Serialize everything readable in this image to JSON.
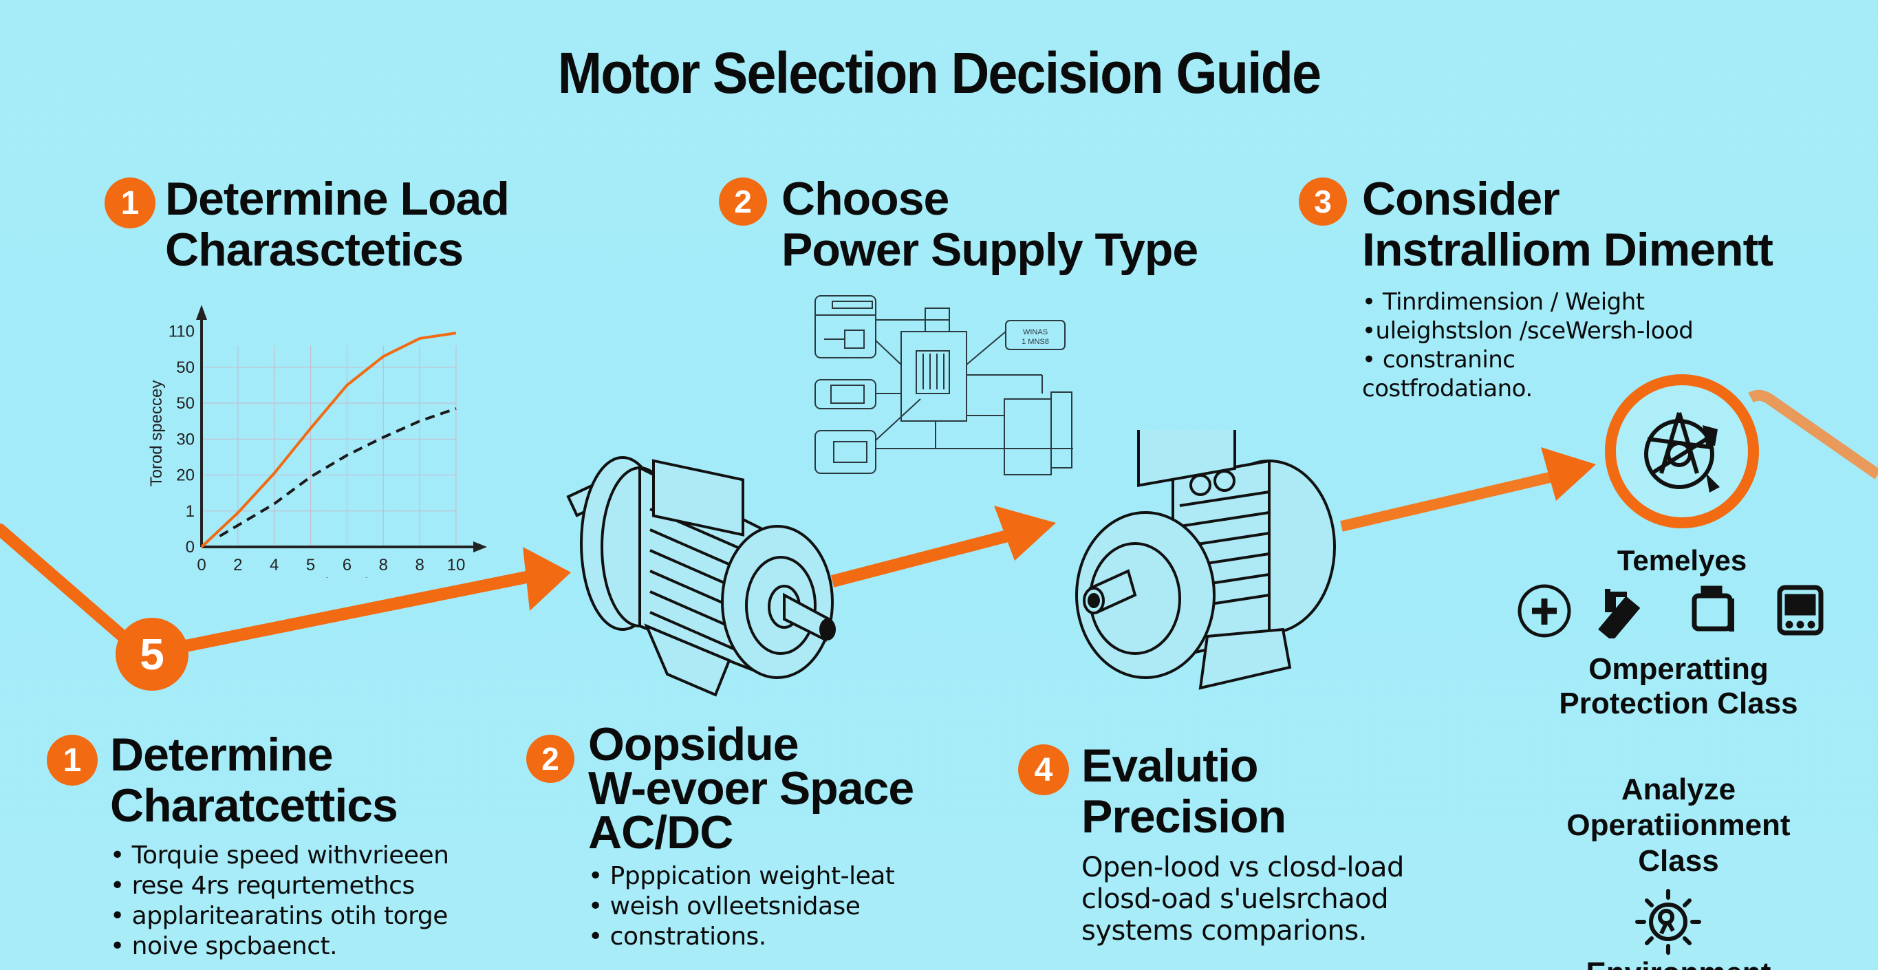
{
  "title": "Motor Selection Decision Guide",
  "colors": {
    "accent": "#f26a12",
    "background": "#a6ecf8",
    "ink": "#0b0b0b"
  },
  "top_steps": [
    {
      "number": "1",
      "heading": [
        "Determine Load",
        "Charasctetics"
      ]
    },
    {
      "number": "2",
      "heading": [
        "Choose",
        "Power Supply Type"
      ]
    },
    {
      "number": "3",
      "heading": [
        "Consider",
        "Instralliom Dimentt"
      ],
      "bullets": [
        "• Tinrdimension / Weight",
        "•uleighstslon /sceWersh-lood",
        "• constraninc",
        "costfrodatiano."
      ]
    }
  ],
  "flow_marker": {
    "number": "5"
  },
  "chart_data": {
    "type": "line",
    "title": "",
    "xlabel": "Torqui stegh",
    "ylabel": "Torod speccey",
    "x_ticks": [
      "0",
      "2",
      "4",
      "5",
      "6",
      "8",
      "8",
      "10"
    ],
    "y_ticks": [
      "0",
      "1",
      "20",
      "30",
      "50",
      "50",
      "110"
    ],
    "grid": true,
    "series": [
      {
        "name": "torque-speed-curve",
        "style": "solid",
        "color": "#f26a12",
        "x_index": [
          0,
          1,
          2,
          3,
          4,
          5,
          6,
          7
        ],
        "y_index": [
          0,
          0.95,
          2.05,
          3.3,
          4.5,
          5.3,
          5.8,
          5.95
        ]
      },
      {
        "name": "load-line",
        "style": "dashed",
        "color": "#1a1a1a",
        "x_index": [
          0.5,
          1,
          2,
          3,
          4,
          5,
          6,
          7
        ],
        "y_index": [
          0.3,
          0.6,
          1.2,
          1.95,
          2.55,
          3.05,
          3.5,
          3.85
        ]
      }
    ]
  },
  "schematic": {
    "label_lines": [
      "WINAS",
      "1 MNS8"
    ]
  },
  "right_panel": {
    "temp_label": "Temelyes",
    "icons": [
      "plus-circle-icon",
      "heat-sink-icon",
      "enclosure-icon",
      "control-panel-icon"
    ],
    "protection_label": [
      "Omperatting",
      "Protection Class"
    ],
    "analyze_label": [
      "Analyze",
      "Operatiionment",
      "Class"
    ],
    "cutoff_label": "Environment"
  },
  "bottom_steps": [
    {
      "number": "1",
      "heading": [
        "Determine",
        "Charatcettics"
      ],
      "bullets": [
        "• Torquie speed withvrieeen",
        "• rese 4rs requrtemethcs",
        "• applaritearatins otih torge",
        "• noive spcbaenct."
      ]
    },
    {
      "number": "2",
      "heading": [
        "Oopsidue",
        "W-evoer Space",
        "AC/DC"
      ],
      "bullets": [
        "• Ppppication weight-leat",
        "• weish ovlleetsnidase",
        "• constrations."
      ]
    },
    {
      "number": "4",
      "heading": [
        "Evalutio",
        "Precision"
      ],
      "body": [
        "Open-lood vs closd-load",
        "closd-oad s'uelsrchaod",
        "systems comparions."
      ]
    }
  ]
}
